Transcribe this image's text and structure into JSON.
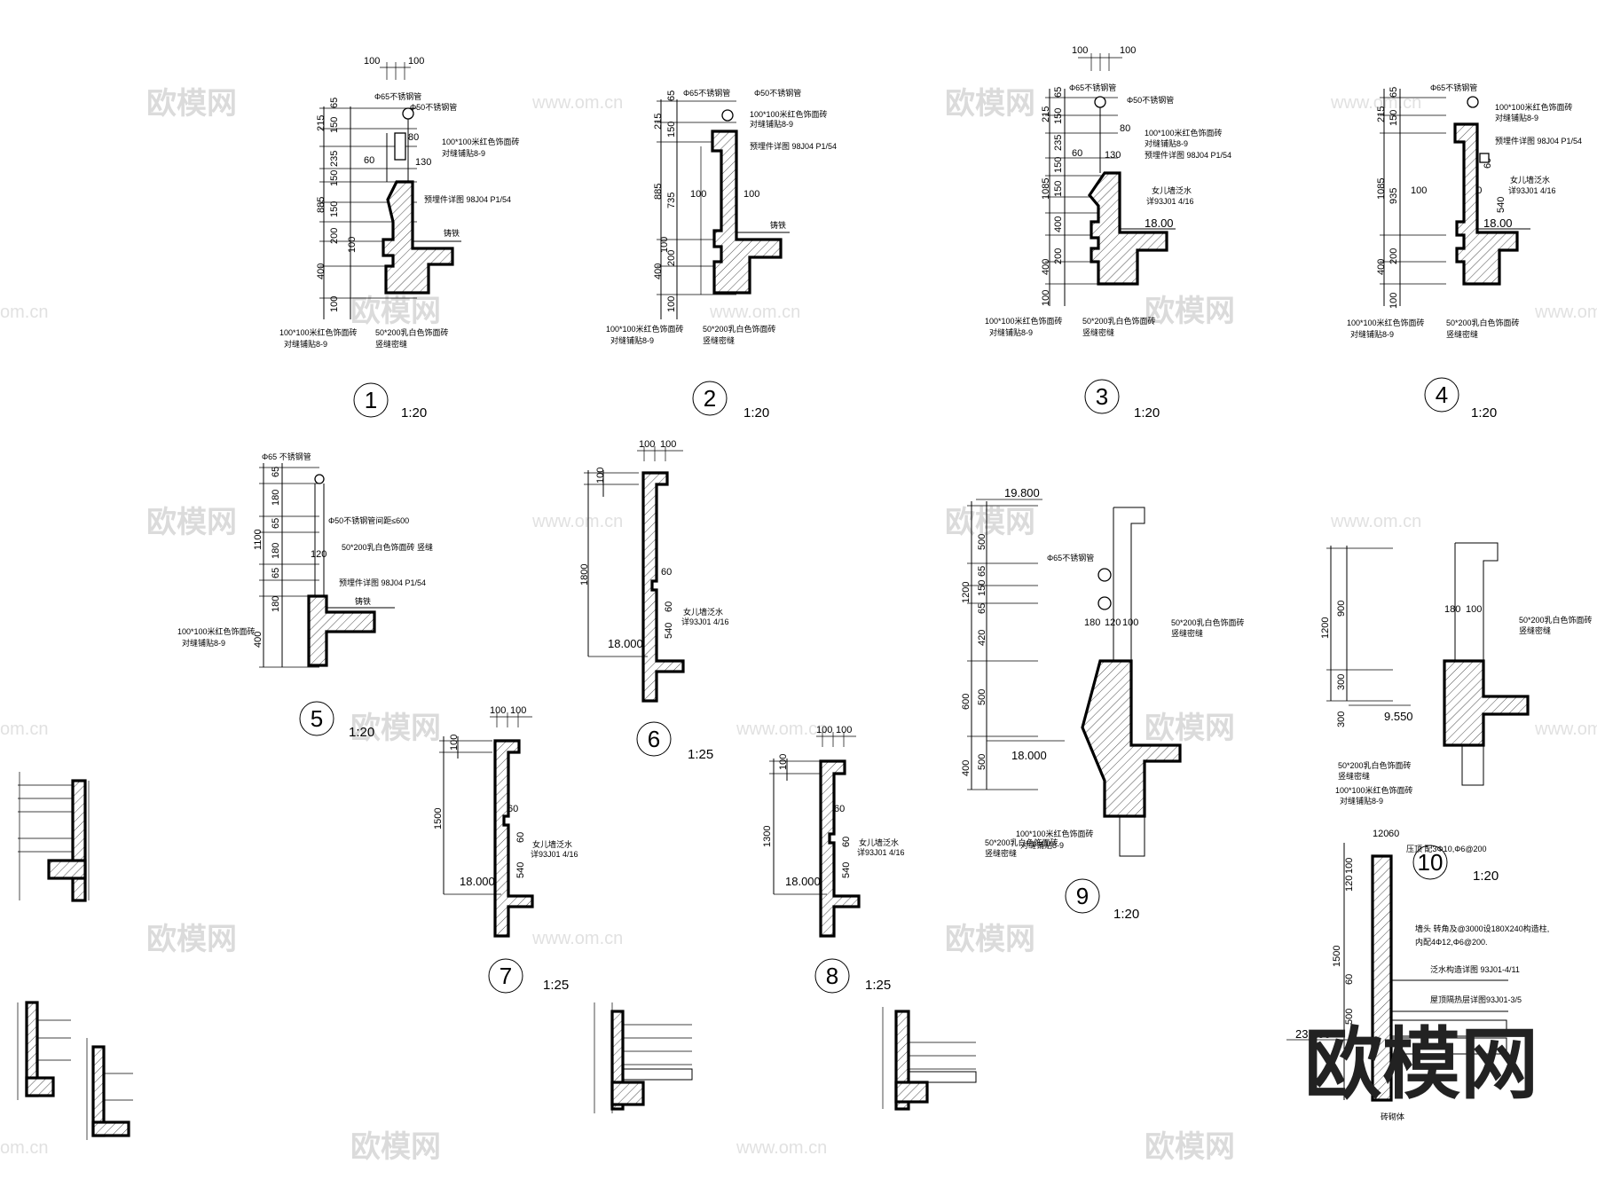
{
  "watermarks": {
    "brand": "欧模网",
    "url": "www.om.cn",
    "url_short": "om.cn"
  },
  "logo": {
    "text": "欧模网"
  },
  "details": [
    {
      "num": "1",
      "scale": "1:20",
      "dims": [
        "100",
        "100",
        "65",
        "215",
        "150",
        "235",
        "150",
        "885",
        "150",
        "200",
        "400",
        "100",
        "100",
        "80",
        "60",
        "130"
      ],
      "notes": [
        "Φ65不锈钢管",
        "Φ50不锈钢管",
        "100*100米红色饰面砖",
        "对缝铺贴8-9",
        "预埋件详图 98J04 P1/54",
        "铸铁",
        "100*100米红色饰面砖",
        "对缝铺贴8-9",
        "50*200乳白色饰面砖",
        "竖缝密缝"
      ]
    },
    {
      "num": "2",
      "scale": "1:20",
      "dims": [
        "65",
        "215",
        "150",
        "885",
        "735",
        "400",
        "200",
        "100",
        "100",
        "100",
        "100"
      ],
      "notes": [
        "Φ65不锈钢管",
        "Φ50不锈钢管",
        "100*100米红色饰面砖",
        "对缝铺贴8-9",
        "预埋件详图 98J04 P1/54",
        "铸铁",
        "100*100米红色饰面砖",
        "对缝铺贴8-9",
        "50*200乳白色饰面砖",
        "竖缝密缝"
      ]
    },
    {
      "num": "3",
      "scale": "1:20",
      "level": "18.00",
      "dims": [
        "100",
        "100",
        "65",
        "215",
        "150",
        "235",
        "150",
        "1085",
        "150",
        "400",
        "200",
        "400",
        "100",
        "80",
        "60",
        "130"
      ],
      "notes": [
        "Φ65不锈钢管",
        "Φ50不锈钢管",
        "100*100米红色饰面砖",
        "对缝铺贴8-9",
        "预埋件详图 98J04 P1/54",
        "女儿墙泛水",
        "详93J01 4/16",
        "100*100米红色饰面砖",
        "对缝铺贴8-9",
        "50*200乳白色饰面砖",
        "竖缝密缝"
      ]
    },
    {
      "num": "4",
      "scale": "1:20",
      "level": "18.00",
      "dims": [
        "65",
        "215",
        "150",
        "1085",
        "935",
        "400",
        "200",
        "100",
        "100",
        "100",
        "60",
        "540"
      ],
      "notes": [
        "Φ65不锈钢管",
        "100*100米红色饰面砖",
        "对缝铺贴8-9",
        "预埋件详图 98J04 P1/54",
        "女儿墙泛水",
        "详93J01 4/16",
        "100*100米红色饰面砖",
        "对缝铺贴8-9",
        "50*200乳白色饰面砖",
        "竖缝密缝"
      ]
    },
    {
      "num": "5",
      "scale": "1:20",
      "dims": [
        "1100",
        "65",
        "180",
        "65",
        "180",
        "65",
        "180",
        "120",
        "400"
      ],
      "notes": [
        "Φ65 不锈钢管",
        "Φ50不锈钢管间距≤600",
        "50*200乳白色饰面砖 竖缝",
        "预埋件详图 98J04 P1/54",
        "铸铁",
        "100*100米红色饰面砖",
        "对缝铺贴8-9"
      ]
    },
    {
      "num": "6",
      "scale": "1:25",
      "level": "18.000",
      "dims": [
        "100",
        "100",
        "100",
        "1800",
        "60",
        "60",
        "540"
      ],
      "notes": [
        "女儿墙泛水",
        "详93J01 4/16"
      ]
    },
    {
      "num": "7",
      "scale": "1:25",
      "level": "18.000",
      "dims": [
        "100",
        "100",
        "100",
        "1500",
        "60",
        "60",
        "540"
      ],
      "notes": [
        "女儿墙泛水",
        "详93J01 4/16"
      ]
    },
    {
      "num": "8",
      "scale": "1:25",
      "level": "18.000",
      "dims": [
        "100",
        "100",
        "100",
        "1300",
        "60",
        "60",
        "540"
      ],
      "notes": [
        "女儿墙泛水",
        "详93J01 4/16"
      ]
    },
    {
      "num": "9",
      "scale": "1:20",
      "level_top": "19.800",
      "level": "18.000",
      "dims": [
        "500",
        "1200",
        "65",
        "150",
        "65",
        "420",
        "600",
        "500",
        "400",
        "500",
        "180",
        "120",
        "100"
      ],
      "notes": [
        "Φ65不锈钢管",
        "50*200乳白色饰面砖",
        "竖缝密缝",
        "50*200乳白色饰面砖",
        "竖缝密缝",
        "100*100米红色饰面砖",
        "对缝铺贴8-9"
      ]
    },
    {
      "num": "10",
      "scale": "1:20",
      "level": "9.550",
      "level_bottom": "23.100",
      "dims": [
        "900",
        "1200",
        "300",
        "300",
        "180",
        "100",
        "120",
        "60",
        "100",
        "120",
        "1500",
        "60",
        "500"
      ],
      "notes": [
        "50*200乳白色饰面砖",
        "竖缝密缝",
        "50*200乳白色饰面砖",
        "竖缝密缝",
        "100*100米红色饰面砖",
        "对缝铺贴8-9",
        "压顶 配3Φ10,Φ6@200",
        "墙头 转角及@3000设180X240构造柱,",
        "内配4Φ12,Φ6@200.",
        "泛水构造详图 93J01-4/11",
        "屋顶隔热层详图93J01-3/5",
        "砖砌体"
      ]
    }
  ]
}
